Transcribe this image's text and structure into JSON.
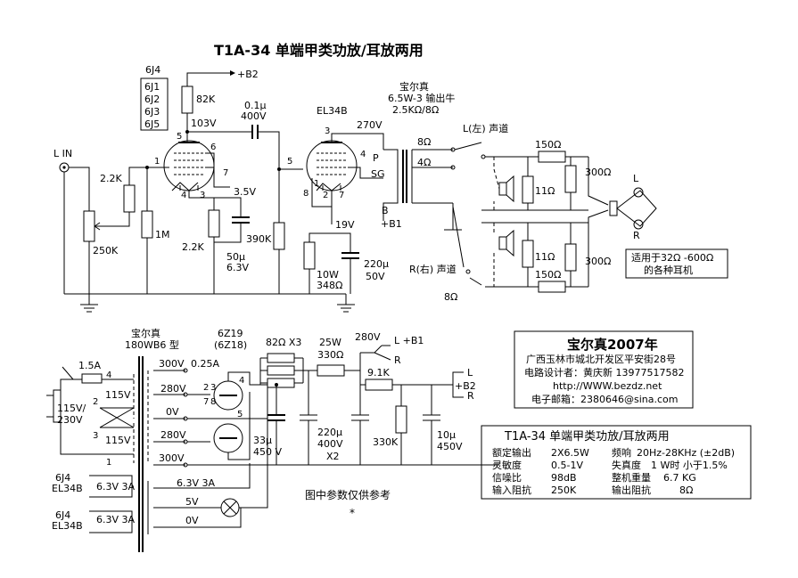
{
  "title": "T1A-34 单端甲类功放/耳放两用",
  "amp": {
    "driver_tube_list": [
      "6J4",
      "6J1",
      "6J2",
      "6J3",
      "6J5"
    ],
    "b2": "+B2",
    "r_82k": "82K",
    "v_103": "103V",
    "cap_coupling": "0.1μ",
    "cap_coupling_v": "400V",
    "output_tube": "EL34B",
    "v_270": "270V",
    "brand": "宝尔真",
    "transformer_spec": "6.5W-3 输出牛",
    "transformer_imp": "2.5KΩ/8Ω",
    "input": "L IN",
    "r_2k2_grid": "2.2K",
    "pot": "250K",
    "r_1m": "1M",
    "r_2k2_cath": "2.2K",
    "v_3v5": "3.5V",
    "cap_50u": "50μ",
    "cap_50u_v": "6.3V",
    "r_390k": "390K",
    "v_19": "19V",
    "r_10w": "10W",
    "r_348": "348Ω",
    "cap_220u": "220μ",
    "cap_220u_v": "50V",
    "b_label": "B",
    "b1": "+B1",
    "p_label": "P",
    "sg_label": "SG",
    "tap_8": "8Ω",
    "tap_4": "4Ω",
    "left_channel": "L(左) 声道",
    "right_channel": "R(右) 声道",
    "r_150_top": "150Ω",
    "r_150_bot": "150Ω",
    "r_11_top": "11Ω",
    "r_11_bot": "11Ω",
    "r_300_top": "300Ω",
    "r_300_bot": "300Ω",
    "jack_l": "L",
    "jack_r": "R",
    "phones_note_1": "适用于32Ω -600Ω",
    "phones_note_2": "的各种耳机",
    "r_8ohm": "8Ω",
    "pins": {
      "p1": "1",
      "p5": "5",
      "p6": "6",
      "p7": "7",
      "p4": "4",
      "p3": "3",
      "q3": "3",
      "q5": "5",
      "q4": "4",
      "q1": "1",
      "q8": "8",
      "q2": "2",
      "q7": "7"
    }
  },
  "psu": {
    "brand": "宝尔真",
    "transformer_model": "180WB6 型",
    "rect": "6Z19",
    "rect_alt": "(6Z18)",
    "r_82x3": "82Ω X3",
    "r_25w": "25W",
    "r_330": "330Ω",
    "v_280_out": "280V",
    "l_b1": "L +B1",
    "r_b1": "R",
    "r_9k1": "9.1K",
    "l_b2": "L",
    "b2": "+B2",
    "r_b2": "R",
    "fuse": "1.5A",
    "sec_300": "300V",
    "sec_025": "0.25A",
    "sec_280_a": "280V",
    "sec_0v": "0V",
    "sec_280_b": "280V",
    "sec_300_b": "300V",
    "pri_115_a": "115V",
    "pri_in": "115V/",
    "pri_in2": "230V",
    "pri_115_b": "115V",
    "pri_4": "4",
    "pri_2": "2",
    "pri_3": "3",
    "pri_1": "1",
    "cap_33u": "33μ",
    "cap_33u_v": "450 V",
    "cap_220u": "220μ",
    "cap_220u_v": "400V",
    "cap_x2": "X2",
    "r_330k": "330K",
    "cap_10u": "10μ",
    "cap_10u_v": "450V",
    "h1_tube": "6J4",
    "h1_tube2": "EL34B",
    "h1_v": "6.3V 3A",
    "h2_tube": "6J4",
    "h2_tube2": "EL34B",
    "h2_v": "6.3V 3A",
    "h3_v": "6.3V 3A",
    "v5": "5V",
    "v0b": "0V",
    "rp": {
      "a": "2",
      "b": "3",
      "c": "7",
      "d": "8",
      "e": "4",
      "f": "5"
    },
    "note": "图中参数仅供参考",
    "star": "*"
  },
  "company": {
    "name": "宝尔真2007年",
    "address": "广西玉林市城北开发区平安街28号",
    "designer": "电路设计者：黄庆新  13977517582",
    "web": "http://WWW.bezdz.net",
    "email": "电子邮箱：2380646@sina.com"
  },
  "specs": {
    "title": "T1A-34  单端甲类功放/耳放两用",
    "rows": [
      {
        "k1": "额定输出",
        "v1": "2X6.5W",
        "k2": "频响",
        "v2": "20Hz-28KHz (±2dB)"
      },
      {
        "k1": "灵敏度",
        "v1": "0.5-1V",
        "k2": "失真度",
        "v2": "1 W时  小于1.5%"
      },
      {
        "k1": "信噪比",
        "v1": "98dB",
        "k2": "整机重量",
        "v2": "6.7  KG"
      },
      {
        "k1": "输入阻抗",
        "v1": "250K",
        "k2": "输出阻抗",
        "v2": "8Ω"
      }
    ]
  }
}
